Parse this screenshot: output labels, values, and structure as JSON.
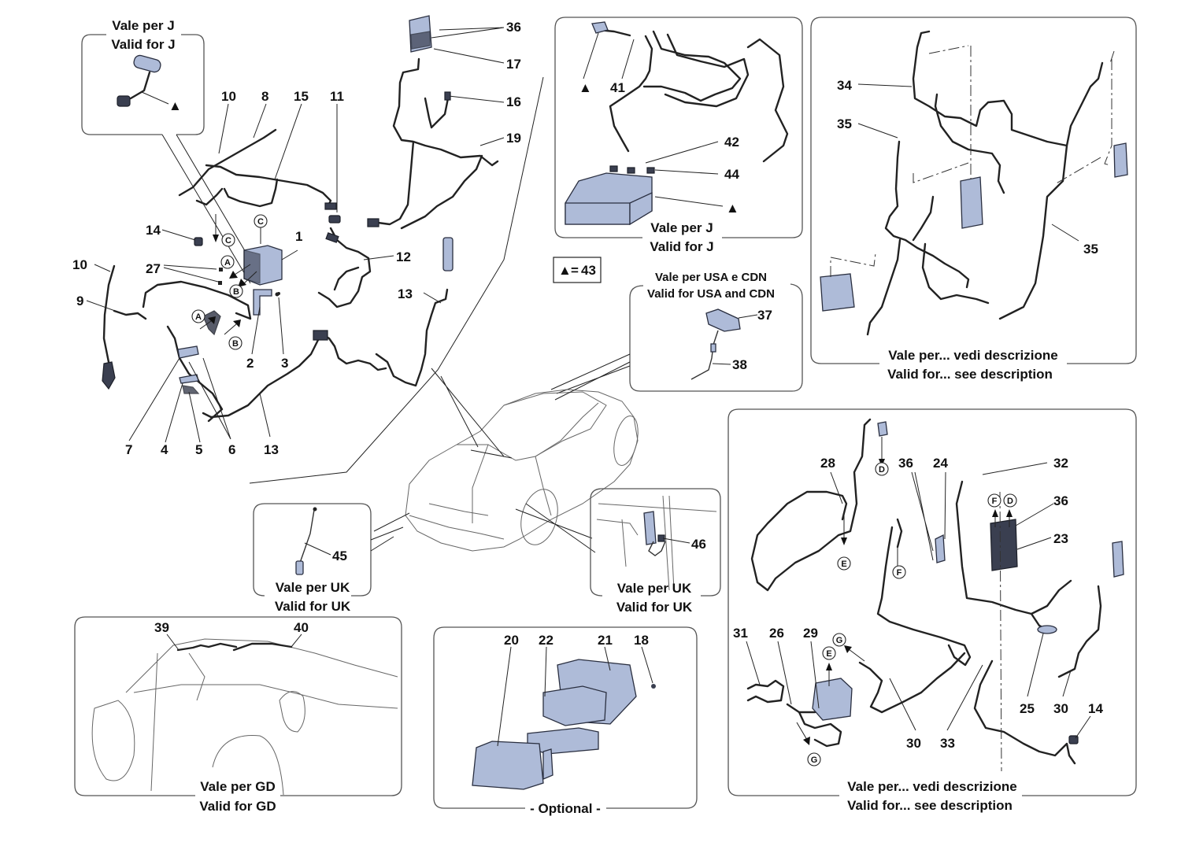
{
  "diagram": {
    "accent_part_color": "#aebbd8",
    "legend": {
      "symbol": "▲",
      "equals": "=",
      "value": "43"
    },
    "panels": {
      "top_left_inset": {
        "caption_it": "Vale per J",
        "caption_en": "Valid for J",
        "marker": "▲"
      },
      "top_center_inset": {
        "caption_it": "Vale per J",
        "caption_en": "Valid for J",
        "labels": [
          "41",
          "42",
          "44"
        ],
        "markers": [
          "▲",
          "▲"
        ]
      },
      "top_right_inset": {
        "caption_it": "Vale per... vedi descrizione",
        "caption_en": "Valid for... see description",
        "labels": [
          "34",
          "35",
          "35"
        ]
      },
      "usa_cdn_inset": {
        "caption_it": "Vale per USA e CDN",
        "caption_en": "Valid for USA and CDN",
        "labels": [
          "37",
          "38"
        ]
      },
      "uk_left_inset": {
        "caption_it": "Vale per UK",
        "caption_en": "Valid for UK",
        "labels": [
          "45"
        ]
      },
      "uk_right_inset": {
        "caption_it": "Vale per UK",
        "caption_en": "Valid for UK",
        "labels": [
          "46"
        ]
      },
      "gd_inset": {
        "caption_it": "Vale per GD",
        "caption_en": "Valid for GD",
        "labels": [
          "39",
          "40"
        ]
      },
      "optional_inset": {
        "caption": "- Optional -",
        "labels": [
          "20",
          "22",
          "21",
          "18"
        ]
      },
      "bottom_right_inset": {
        "caption_it": "Vale per... vedi descrizione",
        "caption_en": "Valid for... see description",
        "labels": [
          "28",
          "36",
          "24",
          "32",
          "36",
          "23",
          "31",
          "26",
          "29",
          "25",
          "30",
          "14",
          "30",
          "33"
        ],
        "refs": [
          "D",
          "D",
          "E",
          "E",
          "F",
          "F",
          "G",
          "G"
        ]
      }
    },
    "main_labels": {
      "l10a": "10",
      "l8": "8",
      "l15": "15",
      "l11": "11",
      "l36": "36",
      "l17": "17",
      "l16": "16",
      "l19": "19",
      "l14": "14",
      "l1": "1",
      "l10b": "10",
      "l27": "27",
      "l12": "12",
      "l9": "9",
      "l13a": "13",
      "l2": "2",
      "l3": "3",
      "l7": "7",
      "l4": "4",
      "l5": "5",
      "l6": "6",
      "l13b": "13"
    },
    "main_refs": {
      "c1": "C",
      "c2": "C",
      "a1": "A",
      "a2": "A",
      "b1": "B",
      "b2": "B"
    }
  }
}
